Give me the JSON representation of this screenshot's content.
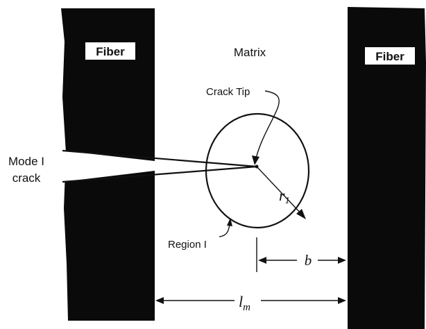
{
  "labels": {
    "fiber_left": "Fiber",
    "fiber_right": "Fiber",
    "matrix": "Matrix",
    "crack_tip": "Crack Tip",
    "mode_line1": "Mode I",
    "mode_line2": "crack",
    "region": "Region I",
    "radius_base": "r",
    "radius_sub": "1",
    "b": "b",
    "lm_base": "l",
    "lm_sub": "m"
  },
  "colors": {
    "fiber": "#0a0a0a",
    "matrix": "#ffffff",
    "ink": "#111111"
  }
}
